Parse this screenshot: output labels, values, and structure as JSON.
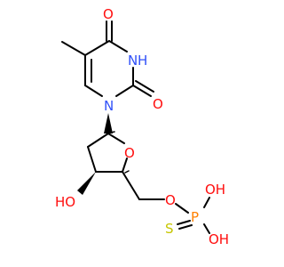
{
  "colors": {
    "carbon_bond": "#000000",
    "oxygen": "#ff0d0d",
    "nitrogen": "#3050f8",
    "phosphorus": "#ff8000",
    "sulfur": "#c6c600"
  },
  "atoms": {
    "o_c4": "O",
    "nh_n3": "N",
    "nh_h": "H",
    "o_c2": "O",
    "n_n1": "N",
    "o_ring": "O",
    "ho_3prime": "HO",
    "o_5prime": "O",
    "p": "P",
    "oh_upper": "OH",
    "oh_lower": "OH",
    "s": "S"
  }
}
